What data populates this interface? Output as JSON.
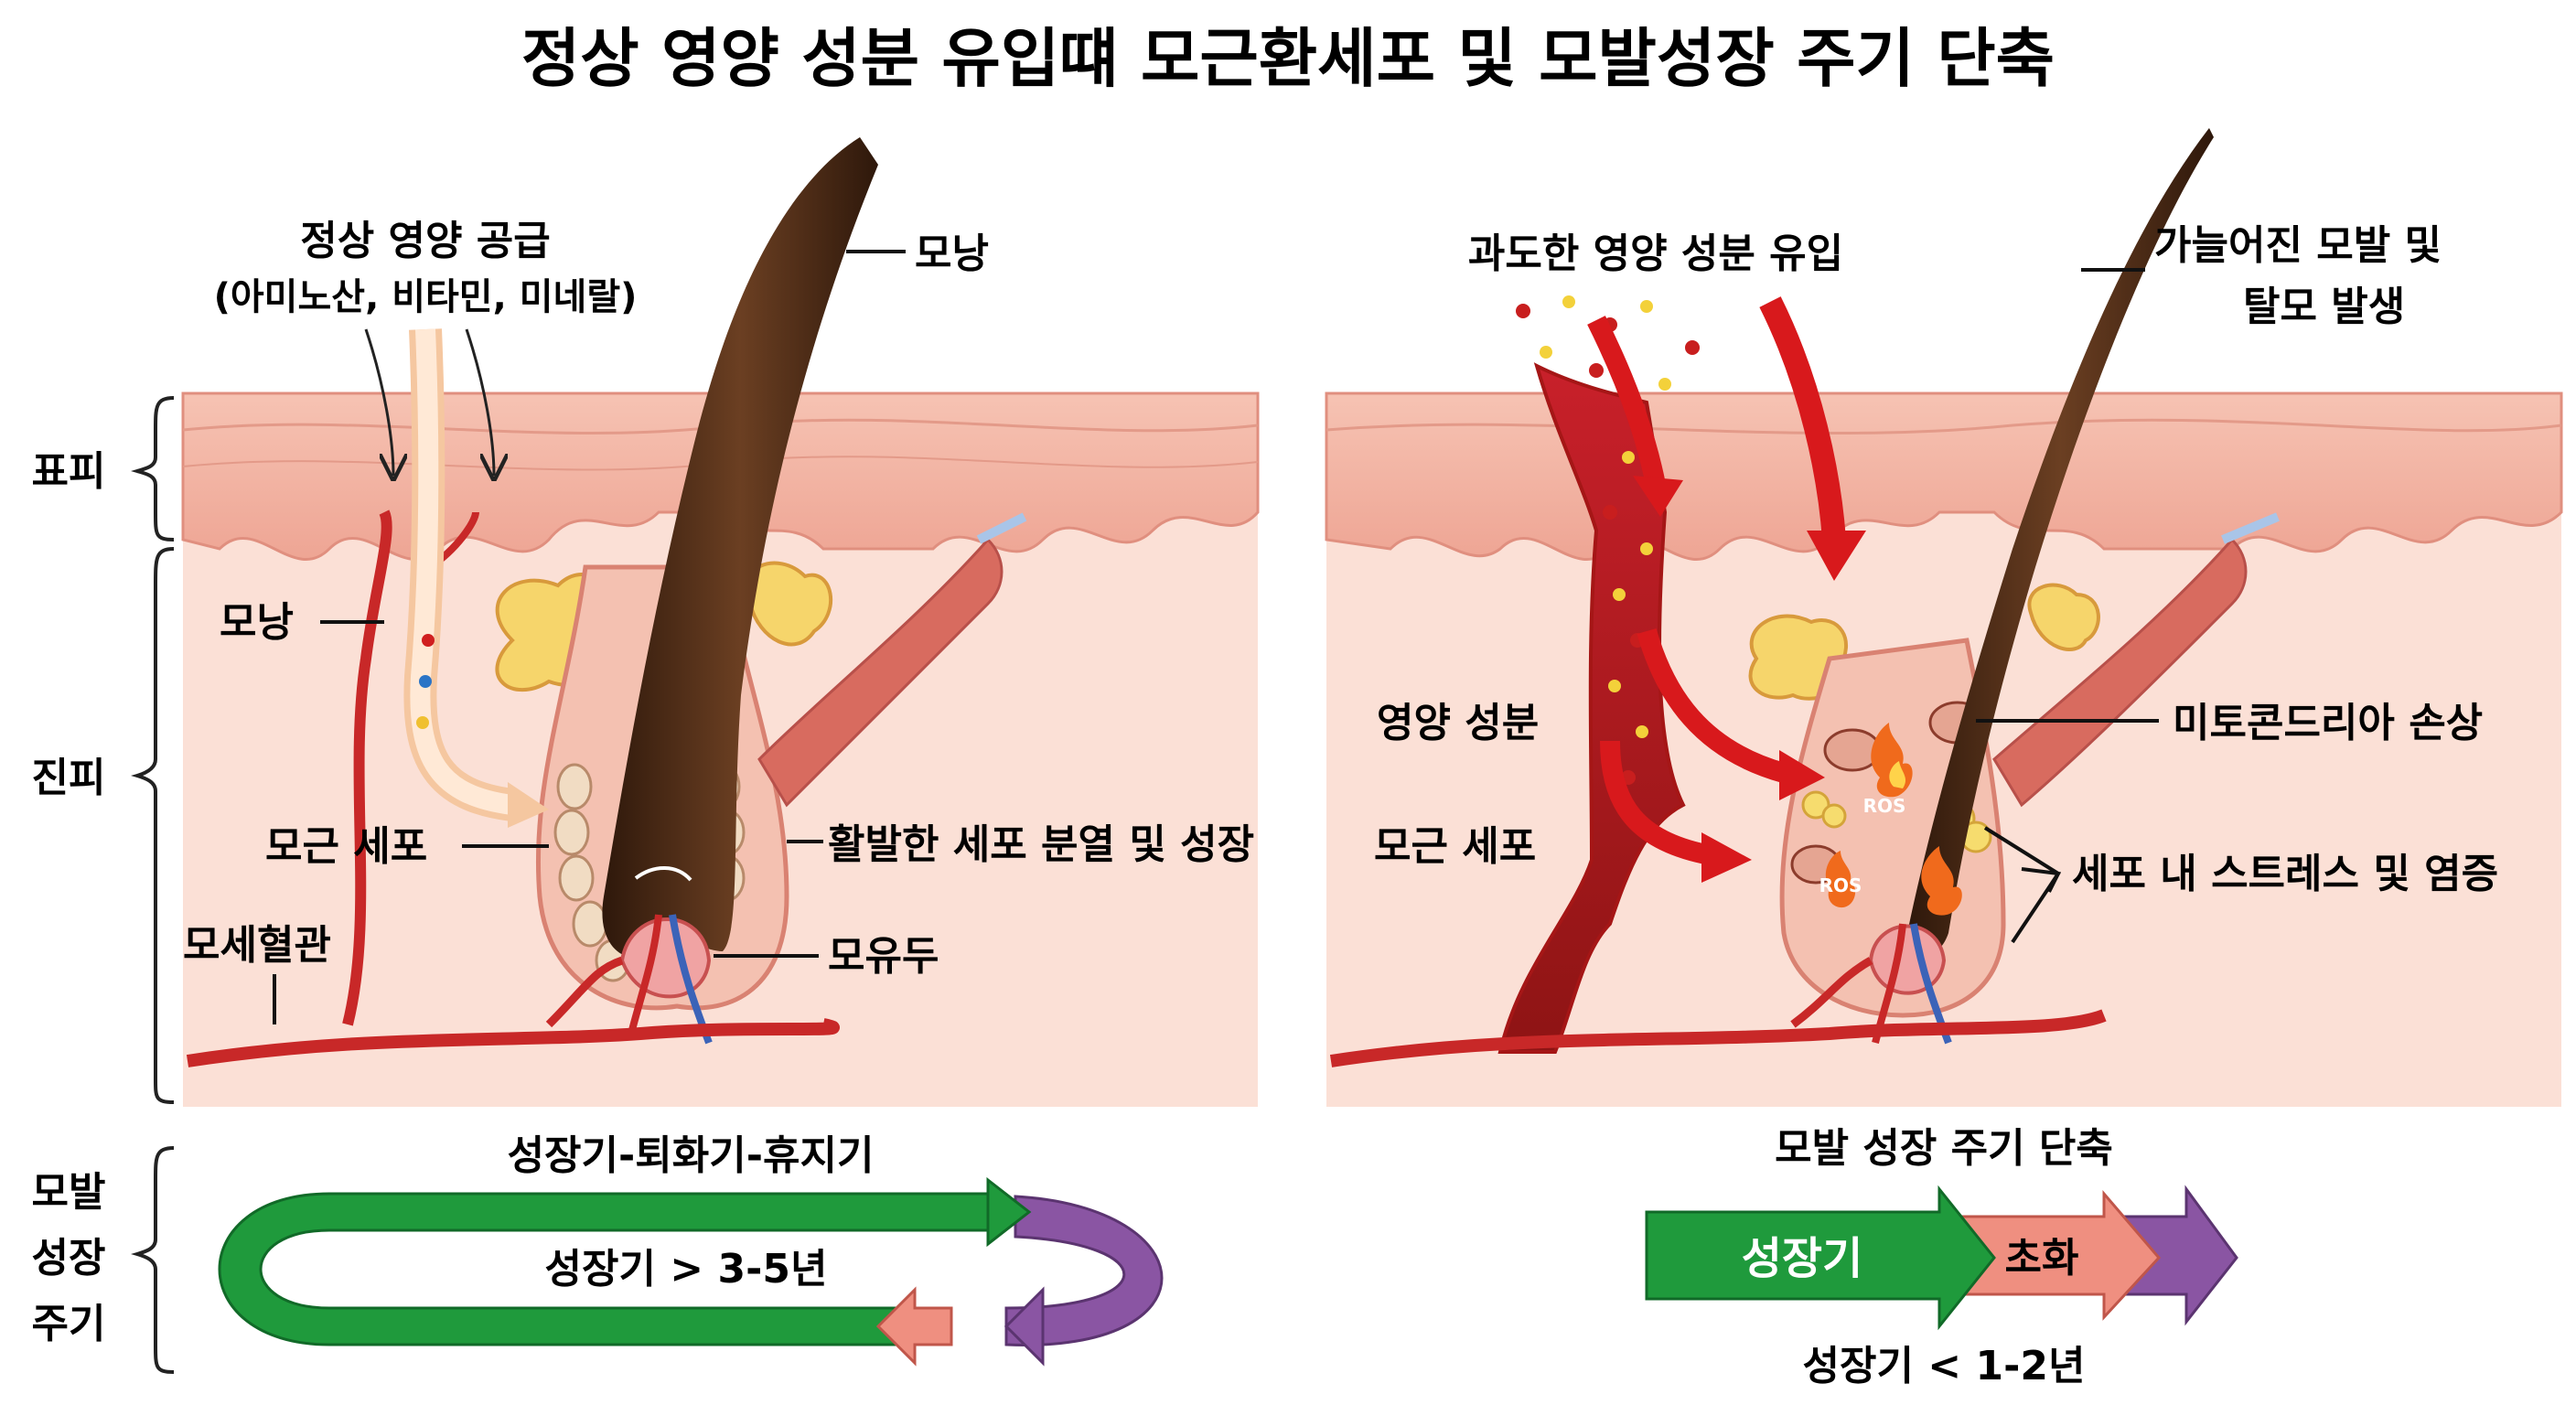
{
  "title": "정상 영양 성분 유입떄 모근환세포 및 모발성장 주기 단축",
  "layer_labels": {
    "epidermis": "표피",
    "dermis": "진피",
    "hair_cycle": [
      "모발",
      "성장",
      "주기"
    ]
  },
  "left_panel": {
    "nutrient_supply": "정상 영양 공급",
    "nutrient_types": "(아미노산, 비타민, 미네랄)",
    "follicle_top": "모낭",
    "follicle_side": "모낭",
    "root_cells": "모근 세포",
    "capillary": "모세혈관",
    "active_division": "활발한 세포 분열 및 성장",
    "papilla": "모유두",
    "cycle_title": "성장기-퇴화기-휴지기",
    "cycle_duration": "성장기 > 3-5년"
  },
  "right_panel": {
    "excess_inflow": "과도한 영양 성분 유입",
    "thin_hair": [
      "가늘어진 모발 및",
      "탈모 발생"
    ],
    "nutrients": "영양 성분",
    "root_cells": "모근 세포",
    "mito_damage": "미토콘드리아 손상",
    "stress_inflammation": "세포 내 스트레스 및 염증",
    "ros": "ROS",
    "cycle_title": "모발 성장 주기 단축",
    "growth": "성장기",
    "early": "초화",
    "cycle_duration": "성장기 < 1-2년"
  },
  "colors": {
    "skin_top": "#f3b7a7",
    "dermis": "#fbe0d6",
    "hair": "#4a2a16",
    "vessel": "#c82828",
    "vein": "#3b63b8",
    "green": "#1f9a3c",
    "salmon": "#ef8f80",
    "purple": "#8a55a3",
    "inflow_red": "#d8191c",
    "nutrient_yellow": "#f4d23c"
  }
}
